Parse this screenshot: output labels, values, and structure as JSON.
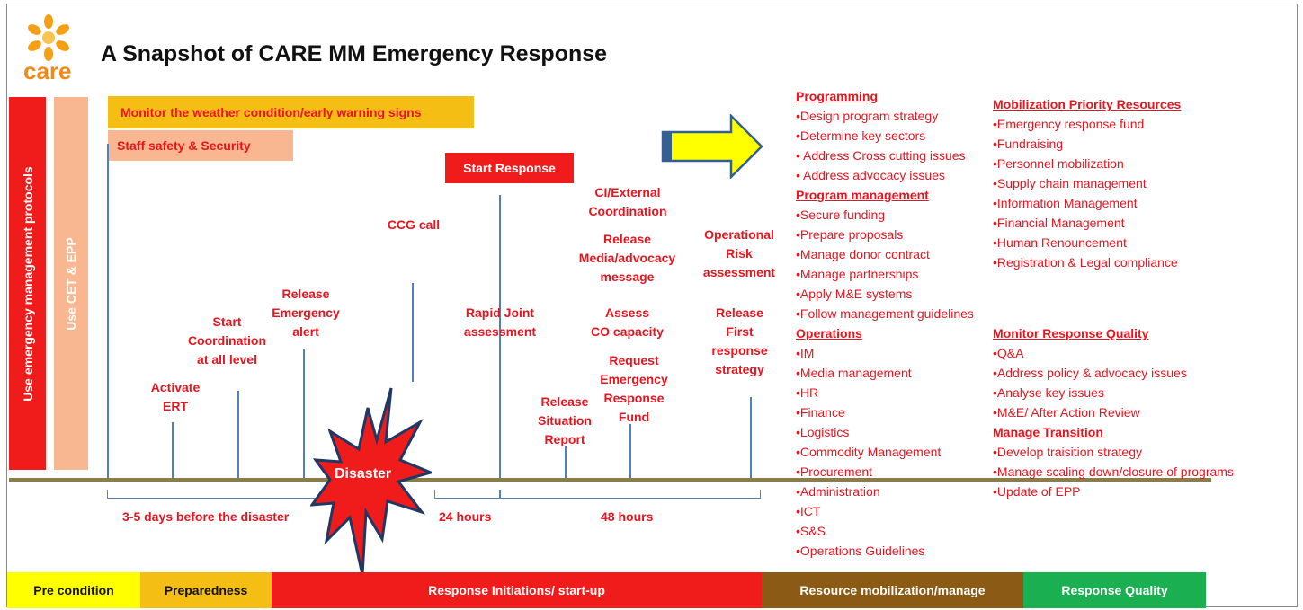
{
  "logo": {
    "text": "care"
  },
  "title": "A Snapshot of CARE MM Emergency Response",
  "side_bars": {
    "protocols": "Use emergency management protocols",
    "cet_epp": "Use CET & EPP"
  },
  "top_bars": {
    "monitor": "Monitor the weather condition/early warning signs",
    "safety": "Staff safety & Security"
  },
  "start_response": "Start Response",
  "timeline_labels": {
    "activate": [
      "Activate",
      "ERT"
    ],
    "coordination": [
      "Start",
      "Coordination",
      "at all level"
    ],
    "alert": [
      "Release",
      "Emergency",
      "alert"
    ],
    "ccg": [
      "CCG call"
    ],
    "rapid": [
      "Rapid Joint",
      "assessment"
    ],
    "ci": [
      "CI/External",
      "Coordination"
    ],
    "media": [
      "Release",
      "Media/advocacy",
      "message"
    ],
    "assess": [
      "Assess",
      "CO capacity"
    ],
    "sitrep": [
      "Release",
      "Situation",
      "Report"
    ],
    "fund": [
      "Request",
      "Emergency",
      "Response",
      "Fund"
    ],
    "risk": [
      "Operational",
      "Risk",
      "assessment"
    ],
    "first": [
      "Release",
      "First",
      "response",
      "strategy"
    ]
  },
  "disaster": "Disaster",
  "periods": {
    "before": "3-5 days before the disaster",
    "h24": "24 hours",
    "h48": "48 hours"
  },
  "columns": {
    "col1": [
      {
        "heading": "Programming",
        "items": [
          "•Design program strategy",
          "•Determine key sectors",
          "• Address Cross cutting issues",
          "• Address advocacy issues"
        ]
      },
      {
        "heading": "Program management",
        "items": [
          "•Secure funding",
          "•Prepare proposals",
          "•Manage donor contract",
          "•Manage partnerships",
          "•Apply M&E systems",
          "•Follow management guidelines"
        ]
      },
      {
        "heading": "Operations",
        "items": [
          "•IM",
          "•Media management",
          "•HR",
          "•Finance",
          "•Logistics",
          "•Commodity Management",
          "•Procurement",
          "•Administration",
          "•ICT",
          "•S&S",
          "•Operations Guidelines"
        ]
      }
    ],
    "col2a": {
      "heading": "Mobilization Priority Resources",
      "items": [
        "•Emergency response fund",
        "•Fundraising",
        "•Personnel mobilization",
        "•Supply chain management",
        "•Information Management",
        "•Financial Management",
        "•Human Renouncement",
        "•Registration & Legal compliance"
      ]
    },
    "col2b": [
      {
        "heading": "Monitor Response Quality",
        "items": [
          "•Q&A",
          "•Address policy & advocacy issues",
          "•Analyse key issues",
          "•M&E/ After Action Review"
        ]
      },
      {
        "heading": "Manage Transition",
        "items": [
          "•Develop traisition strategy",
          "•Manage scaling down/closure of programs",
          "•Update of EPP"
        ]
      }
    ]
  },
  "phases": [
    "Pre condition",
    "Preparedness",
    "Response Initiations/ start-up",
    "Resource mobilization/manage",
    "Response Quality"
  ],
  "colors": {
    "red": "#e8141e",
    "orange": "#f5be14",
    "peach": "#f8b790",
    "yellow": "#ffff00",
    "brown": "#8b5a14",
    "green": "#1aaf50",
    "line": "#4f81bd"
  }
}
